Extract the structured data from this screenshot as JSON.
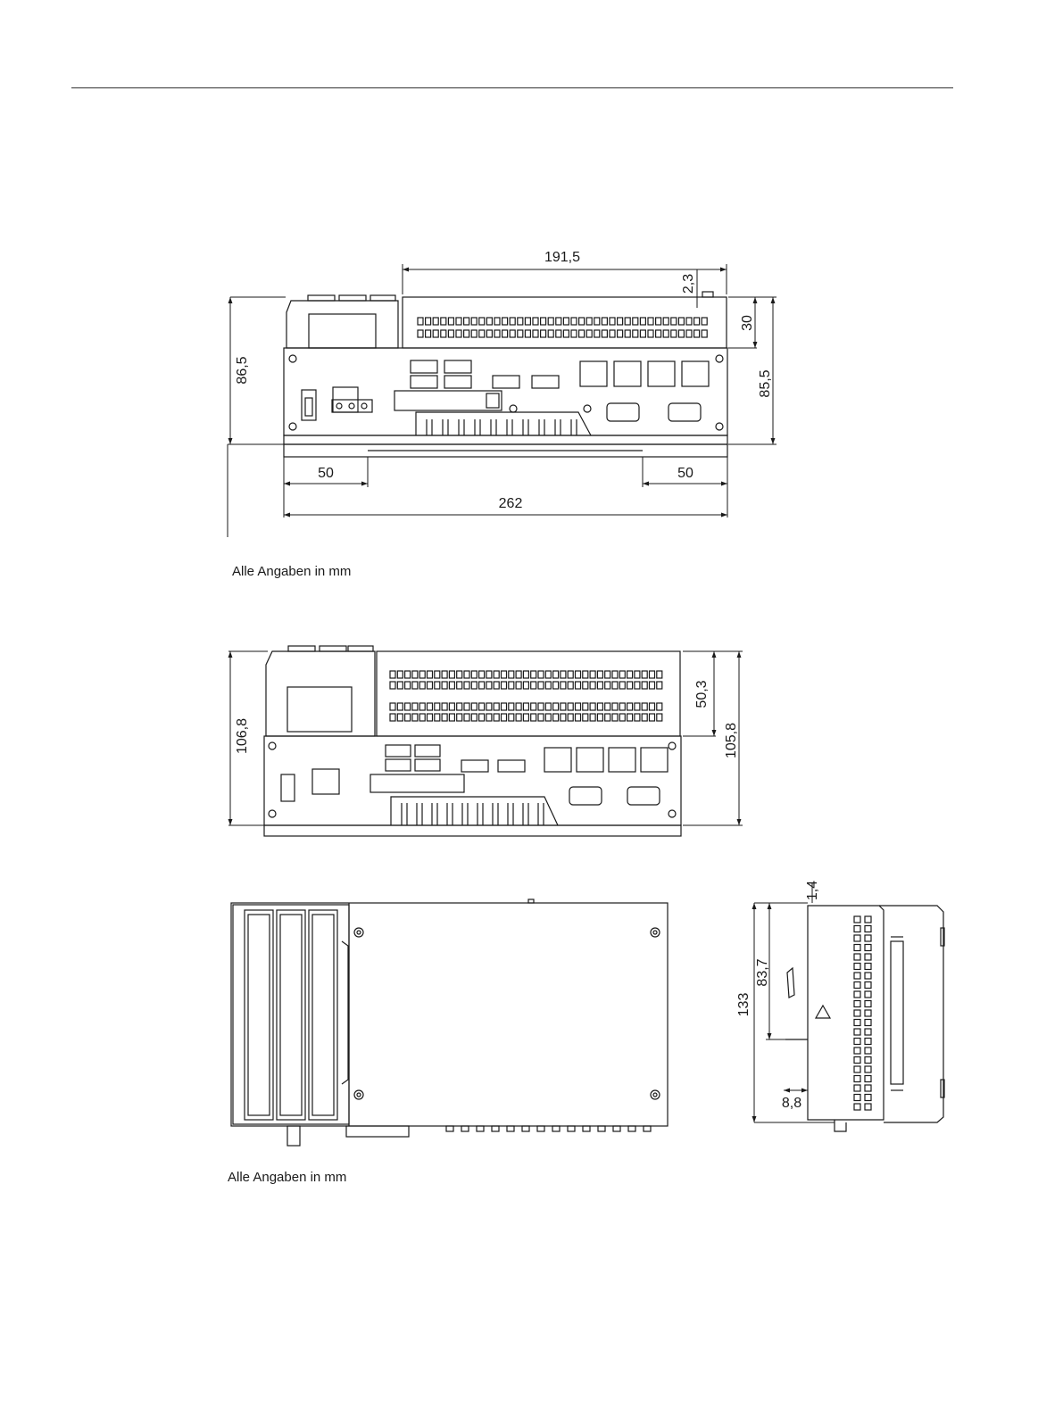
{
  "drawing_1": {
    "dim_width_top": "191,5",
    "dim_offset_top": "2,3",
    "dim_module_height": "30",
    "dim_right_height": "85,5",
    "dim_left_height": "86,5",
    "dim_left_mount": "50",
    "dim_right_mount": "50",
    "dim_total_width": "262",
    "caption": "Alle Angaben in mm"
  },
  "drawing_2": {
    "dim_left_height": "106,8",
    "dim_module_height": "50,3",
    "dim_right_height": "105,8"
  },
  "drawing_3": {
    "dim_top_offset": "1,4",
    "dim_rail_height": "83,7",
    "dim_total_height": "133",
    "dim_rail_depth": "8,8",
    "caption": "Alle Angaben in mm"
  },
  "colors": {
    "line": "#1a1a1a",
    "background": "#ffffff"
  }
}
